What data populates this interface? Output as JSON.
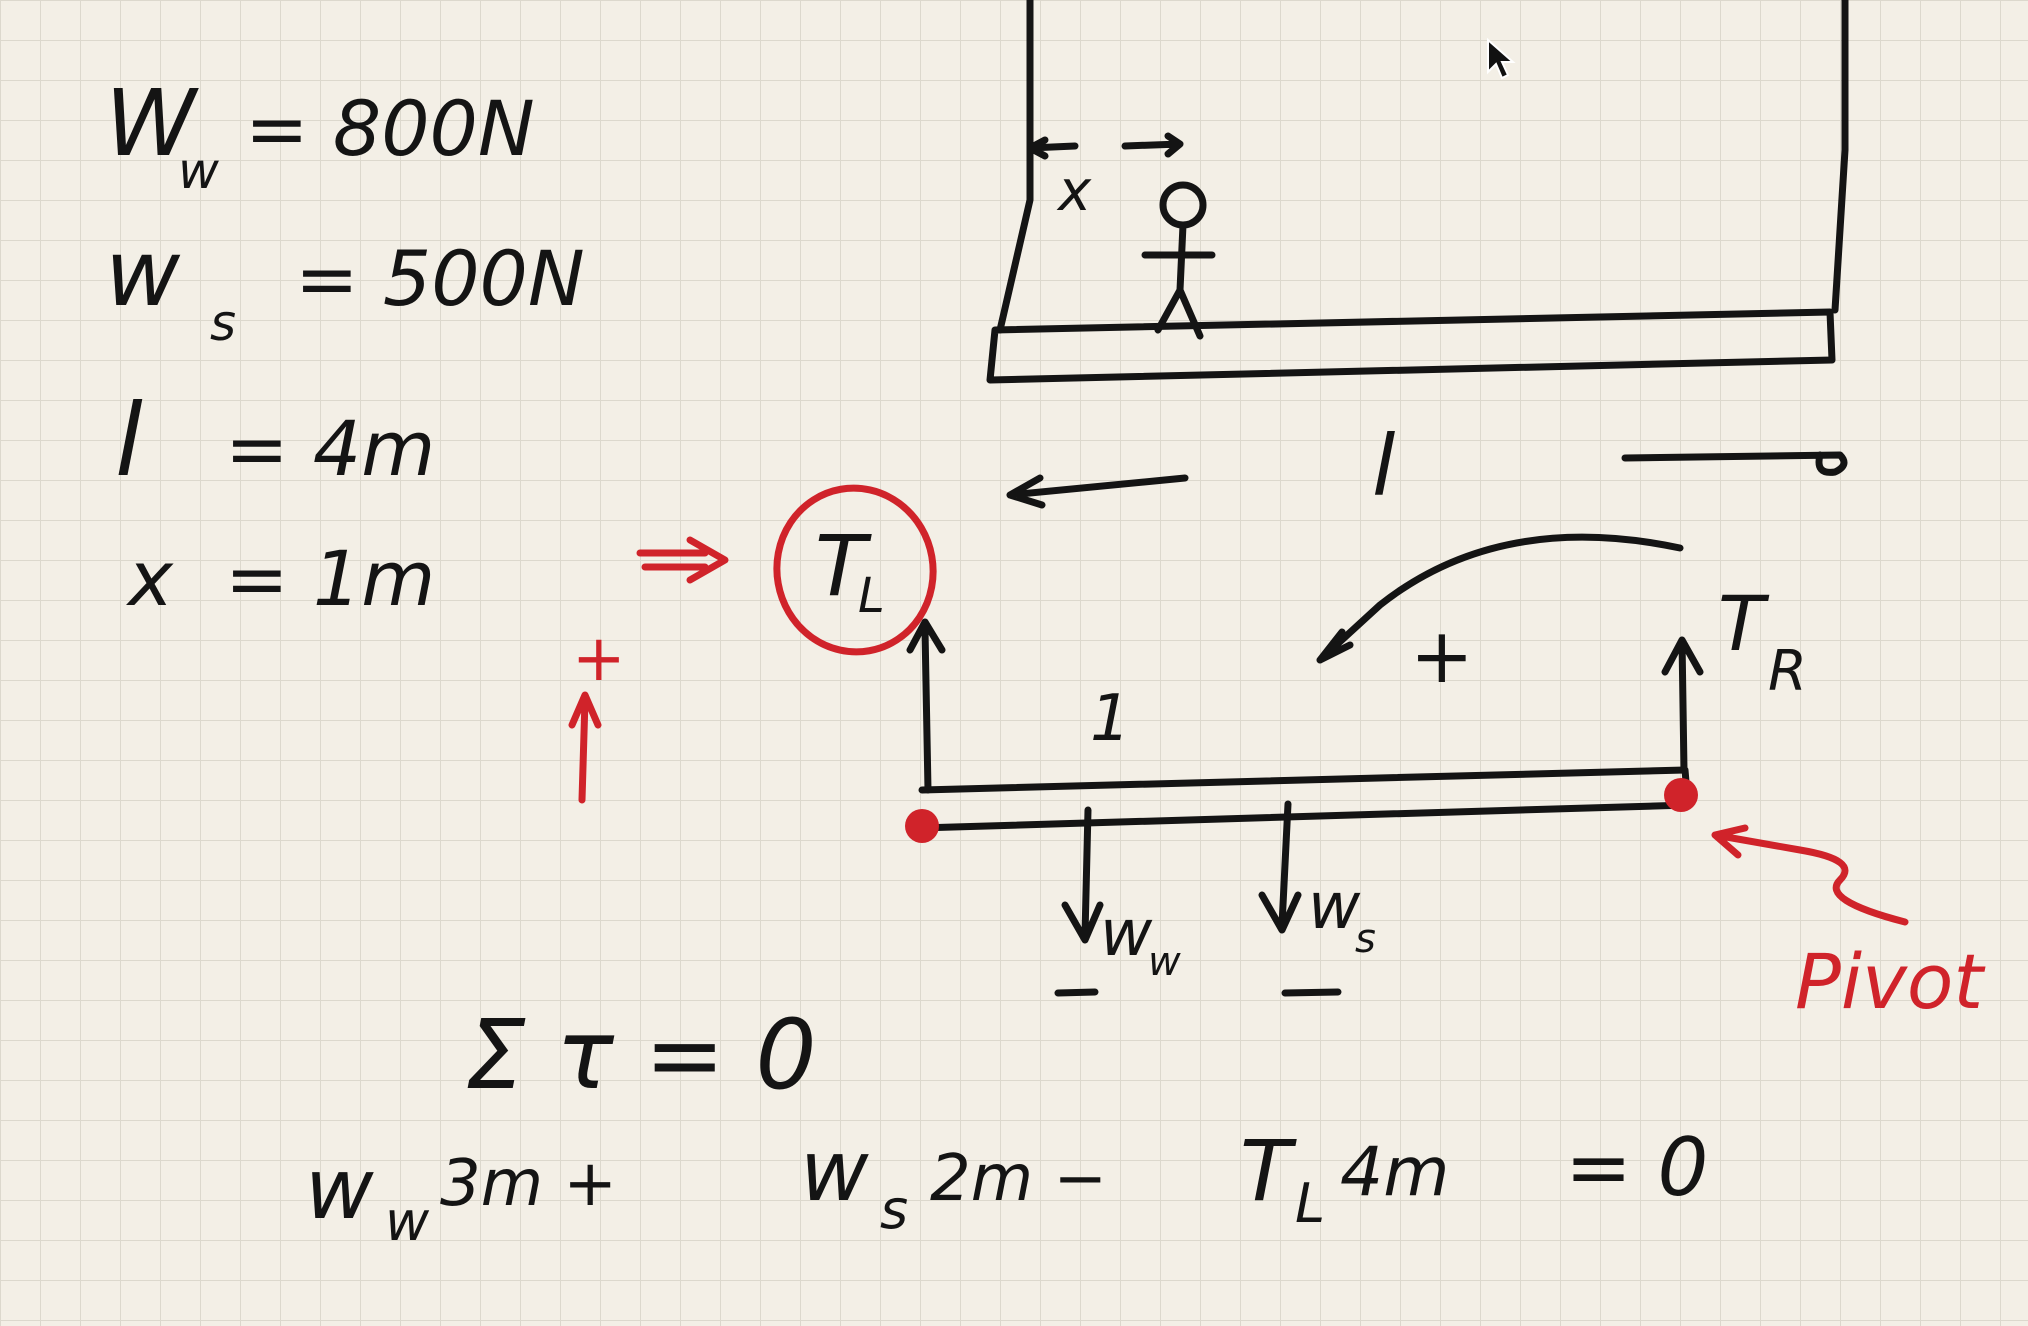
{
  "given": {
    "ww": {
      "sym": "W",
      "sub": "w",
      "val": "= 800N"
    },
    "ws": {
      "sym": "w",
      "sub": "s",
      "val": "= 500N"
    },
    "l": {
      "sym": "l",
      "val": "= 4m"
    },
    "x": {
      "sym": "x",
      "val": "= 1m"
    }
  },
  "labels": {
    "x_marker": "x",
    "l_marker": "l",
    "t_left": {
      "sym": "T",
      "sub": "L"
    },
    "t_right": {
      "sym": "T",
      "sub": "R"
    },
    "plus_ccw": "+",
    "plus_up": "+",
    "one": "1",
    "w_w": {
      "sym": "w",
      "sub": "w"
    },
    "w_s": {
      "sym": "w",
      "sub": "s"
    },
    "pivot": "Pivot"
  },
  "equations": {
    "torque_sum": "Σ τ = 0",
    "moment": {
      "t1": "w",
      "t1sub": "w",
      "t1rest": " 3m  +",
      "t2": "w",
      "t2sub": "s",
      "t2rest": " 2m  −",
      "t3": "T",
      "t3sub": "L",
      "t3rest": " 4m",
      "rhs": "= 0"
    }
  },
  "colors": {
    "ink": "#141414",
    "accent": "#d0232a",
    "paper": "#f3efe6",
    "grid": "#dcd8cd"
  }
}
